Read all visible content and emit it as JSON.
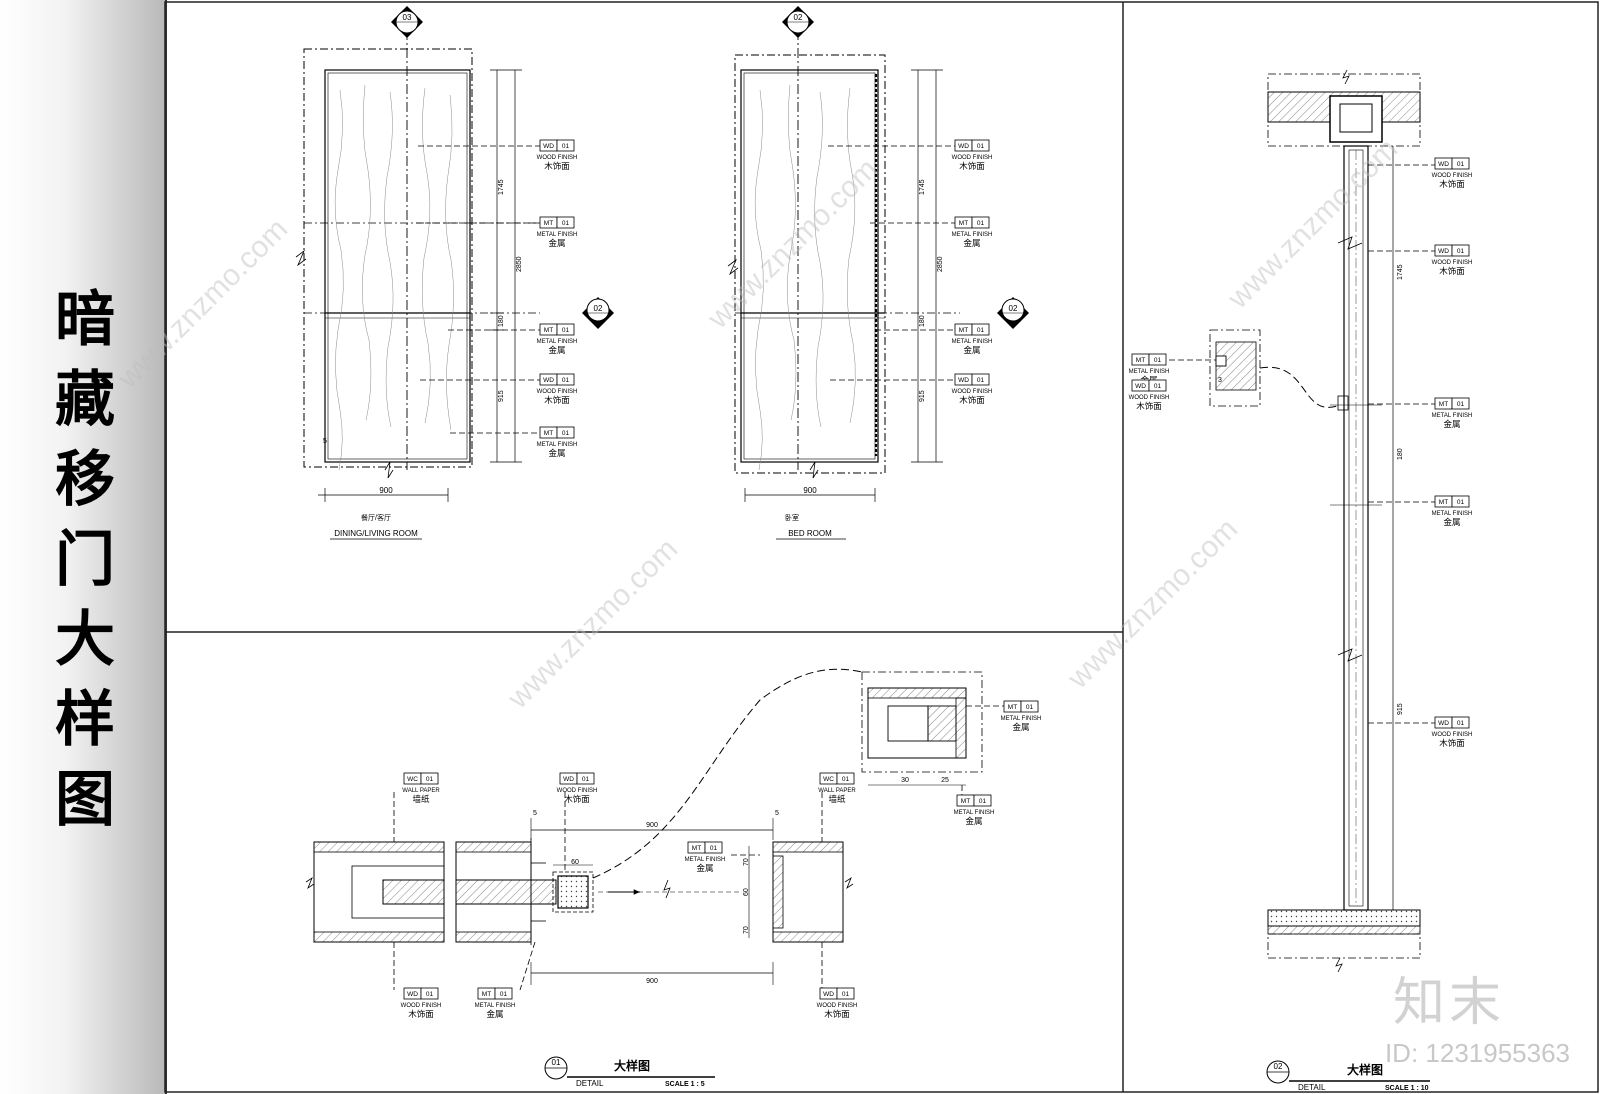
{
  "sidebar": {
    "title_chars": [
      "暗",
      "藏",
      "移",
      "门",
      "大",
      "样",
      "图"
    ]
  },
  "elevation_left": {
    "marker": "03",
    "room_cn": "餐厅/客厅",
    "room_en": "DINING/LIVING ROOM",
    "width": "900",
    "edge_dim": "5",
    "dims": [
      "1745",
      "2850",
      "180",
      "915"
    ]
  },
  "elevation_right": {
    "marker": "02",
    "room_cn": "卧室",
    "room_en": "BED ROOM",
    "width": "900",
    "dims": [
      "1745",
      "2850",
      "180",
      "915"
    ]
  },
  "section_marker": "02",
  "tags": {
    "wd": {
      "code": "WD",
      "num": "01",
      "en": "WOOD FINISH",
      "cn": "木饰面"
    },
    "mt": {
      "code": "MT",
      "num": "01",
      "en": "METAL FINISH",
      "cn": "金属"
    },
    "wc": {
      "code": "WC",
      "num": "01",
      "en": "WALL PAPER",
      "cn": "墙纸"
    }
  },
  "detail_01": {
    "number": "01",
    "title": "大样图",
    "label": "DETAIL",
    "scale": "SCALE 1 : 5",
    "dims": [
      "900",
      "900",
      "60",
      "5",
      "70",
      "60",
      "70",
      "5",
      "30",
      "25"
    ]
  },
  "detail_02": {
    "number": "02",
    "title": "大样图",
    "label": "DETAIL",
    "scale": "SCALE 1 : 10",
    "dims": [
      "1745",
      "180",
      "915",
      "3"
    ]
  },
  "watermark": {
    "site": "www.znzmo.com",
    "brand": "知末",
    "id": "ID: 1231955363"
  }
}
